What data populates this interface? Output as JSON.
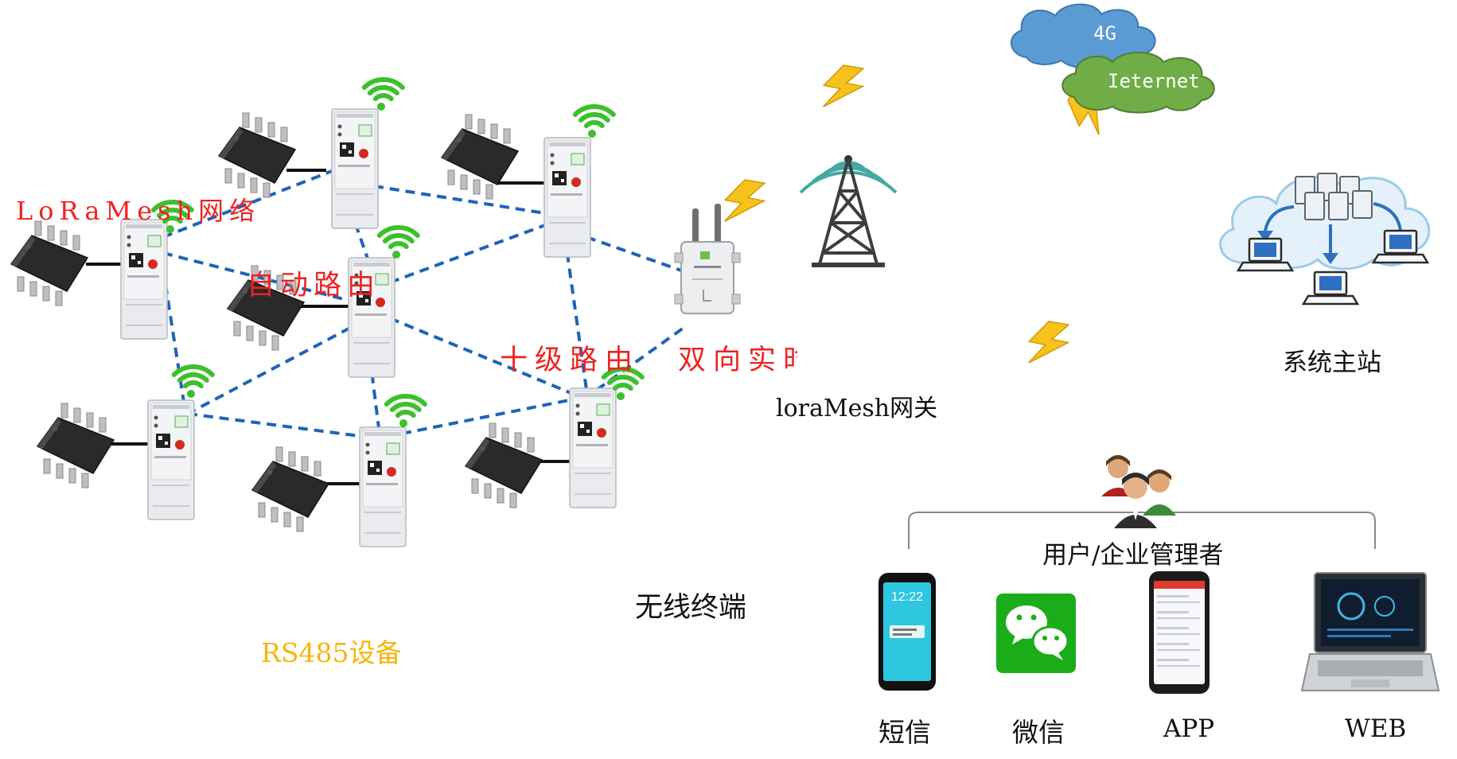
{
  "labels": {
    "loramesh_network": "LoRaMesh网络",
    "auto_routing": "自动路由",
    "ten_level_routing": "十级路由",
    "bidirectional": "双向实时",
    "gateway": "loraMesh网关",
    "rs485_devices": "RS485设备",
    "wireless_terminal": "无线终端",
    "master_station": "系统主站",
    "users": "用户/企业管理者",
    "cloud_4g": "4G",
    "cloud_internet": "Ieternet"
  },
  "clients": [
    {
      "label": "短信",
      "icon": "phone-sms-icon"
    },
    {
      "label": "微信",
      "icon": "wechat-icon"
    },
    {
      "label": "APP",
      "icon": "phone-app-icon"
    },
    {
      "label": "WEB",
      "icon": "laptop-icon"
    }
  ],
  "phone_time": "12:22",
  "colors": {
    "mesh_link": "#1e63b8",
    "wifi_green": "#3cc02c",
    "lightning": "#f6c21b",
    "red_text": "#ee2222",
    "rs485_text": "#f6b50b",
    "cloud_4g": "#5b9bd5",
    "cloud_internet": "#70ad47"
  }
}
